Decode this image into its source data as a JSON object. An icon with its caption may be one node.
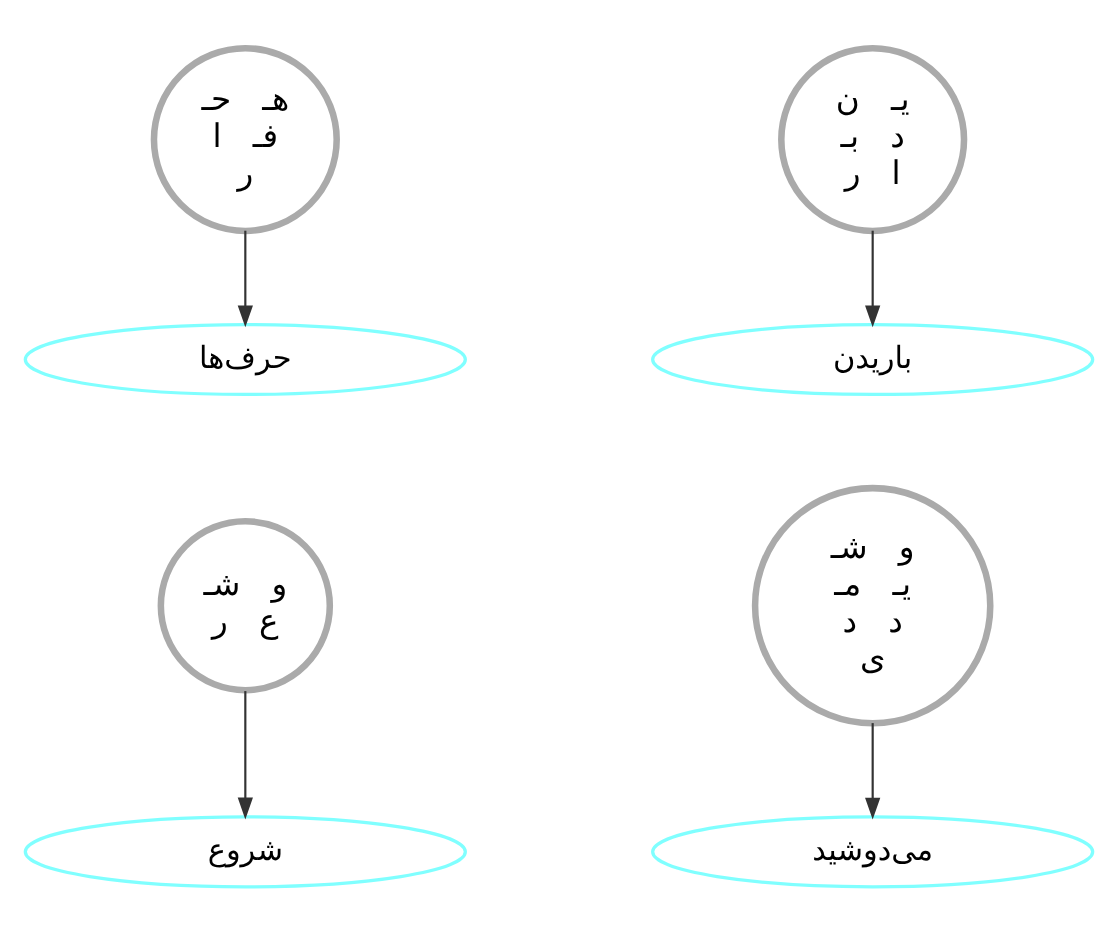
{
  "diagram": {
    "nodes": [
      {
        "text": [
          "هـ",
          "حـ",
          "فـ",
          "ا",
          "ر"
        ]
      },
      {
        "text": [
          "یـ",
          "ن",
          "د",
          "بـ",
          "ا",
          "ر"
        ]
      },
      {
        "text": [
          "حرف‌ها"
        ]
      },
      {
        "text": [
          "باریدن"
        ]
      },
      {
        "text": [
          "و",
          "شـ",
          "ع",
          "ر"
        ]
      },
      {
        "text": [
          "و",
          "شـ",
          "یـ",
          "مـ",
          "د",
          "د",
          "ی"
        ]
      },
      {
        "text": [
          "شروع"
        ]
      },
      {
        "text": [
          "می‌دوشید"
        ]
      }
    ],
    "edges": [
      {
        "from": 0,
        "to": 2,
        "arrow": "to"
      },
      {
        "from": 1,
        "to": 3,
        "arrow": "to"
      },
      {
        "from": 4,
        "to": 6,
        "arrow": "to"
      },
      {
        "from": 5,
        "to": 7,
        "arrow": "to"
      }
    ]
  }
}
